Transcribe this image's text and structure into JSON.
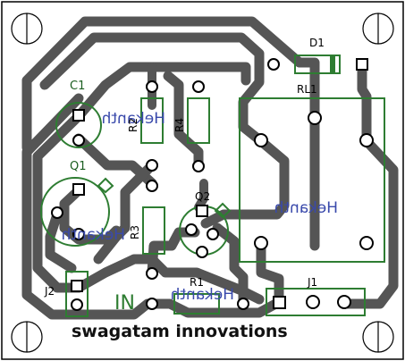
{
  "board": {
    "colors": {
      "copper": "#555555",
      "silkscreen": "#2e7d32",
      "mirror_text": "#3949ab",
      "background": "#ffffff"
    },
    "components": {
      "d1": "D1",
      "rl1": "RL1",
      "c1": "C1",
      "q1": "Q1",
      "q2": "Q2",
      "r1": "R1",
      "r2": "R2",
      "r3": "R3",
      "r4": "R4",
      "j1": "J1",
      "j2": "J2"
    },
    "mirrored_labels": {
      "rl1": "Hekanth",
      "c1": "Hekanth",
      "q1": "Hekanth",
      "r1": "Hekanth"
    },
    "input_marker": "IN",
    "credit": "swagatam innovations"
  }
}
